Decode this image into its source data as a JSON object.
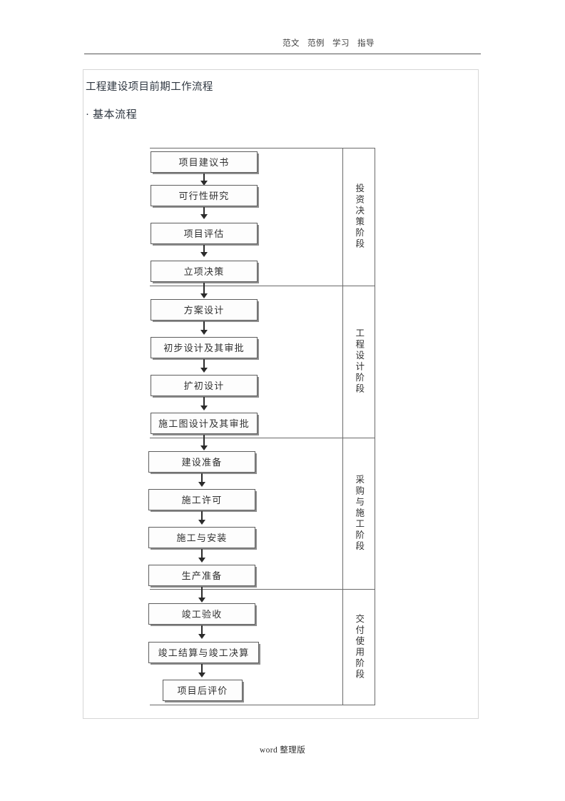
{
  "header": {
    "words": [
      "范文",
      "范例",
      "学习",
      "指导"
    ]
  },
  "document": {
    "title": "工程建设项目前期工作流程",
    "subtitle": "· 基本流程"
  },
  "flowchart": {
    "type": "flowchart",
    "orientation": "top-to-bottom",
    "phases": [
      {
        "label": "投资决策阶段",
        "steps": [
          "项目建议书",
          "可行性研究",
          "项目评估",
          "立项决策"
        ]
      },
      {
        "label": "工程设计阶段",
        "steps": [
          "方案设计",
          "初步设计及其审批",
          "扩初设计",
          "施工图设计及其审批"
        ]
      },
      {
        "label": "采购与施工阶段",
        "steps": [
          "建设准备",
          "施工许可",
          "施工与安装",
          "生产准备"
        ]
      },
      {
        "label": "交付使用阶段",
        "steps": [
          "竣工验收",
          "竣工结算与竣工决算",
          "项目后评价"
        ]
      }
    ],
    "colors": {
      "box_border": "#5d5d5d",
      "box_fill": "#fdfdfd",
      "box_shadow": "#8d8d8d",
      "arrow": "#2b2b2b",
      "table_line": "#6a6a6a"
    }
  },
  "footer": {
    "text": "word 整理版"
  }
}
